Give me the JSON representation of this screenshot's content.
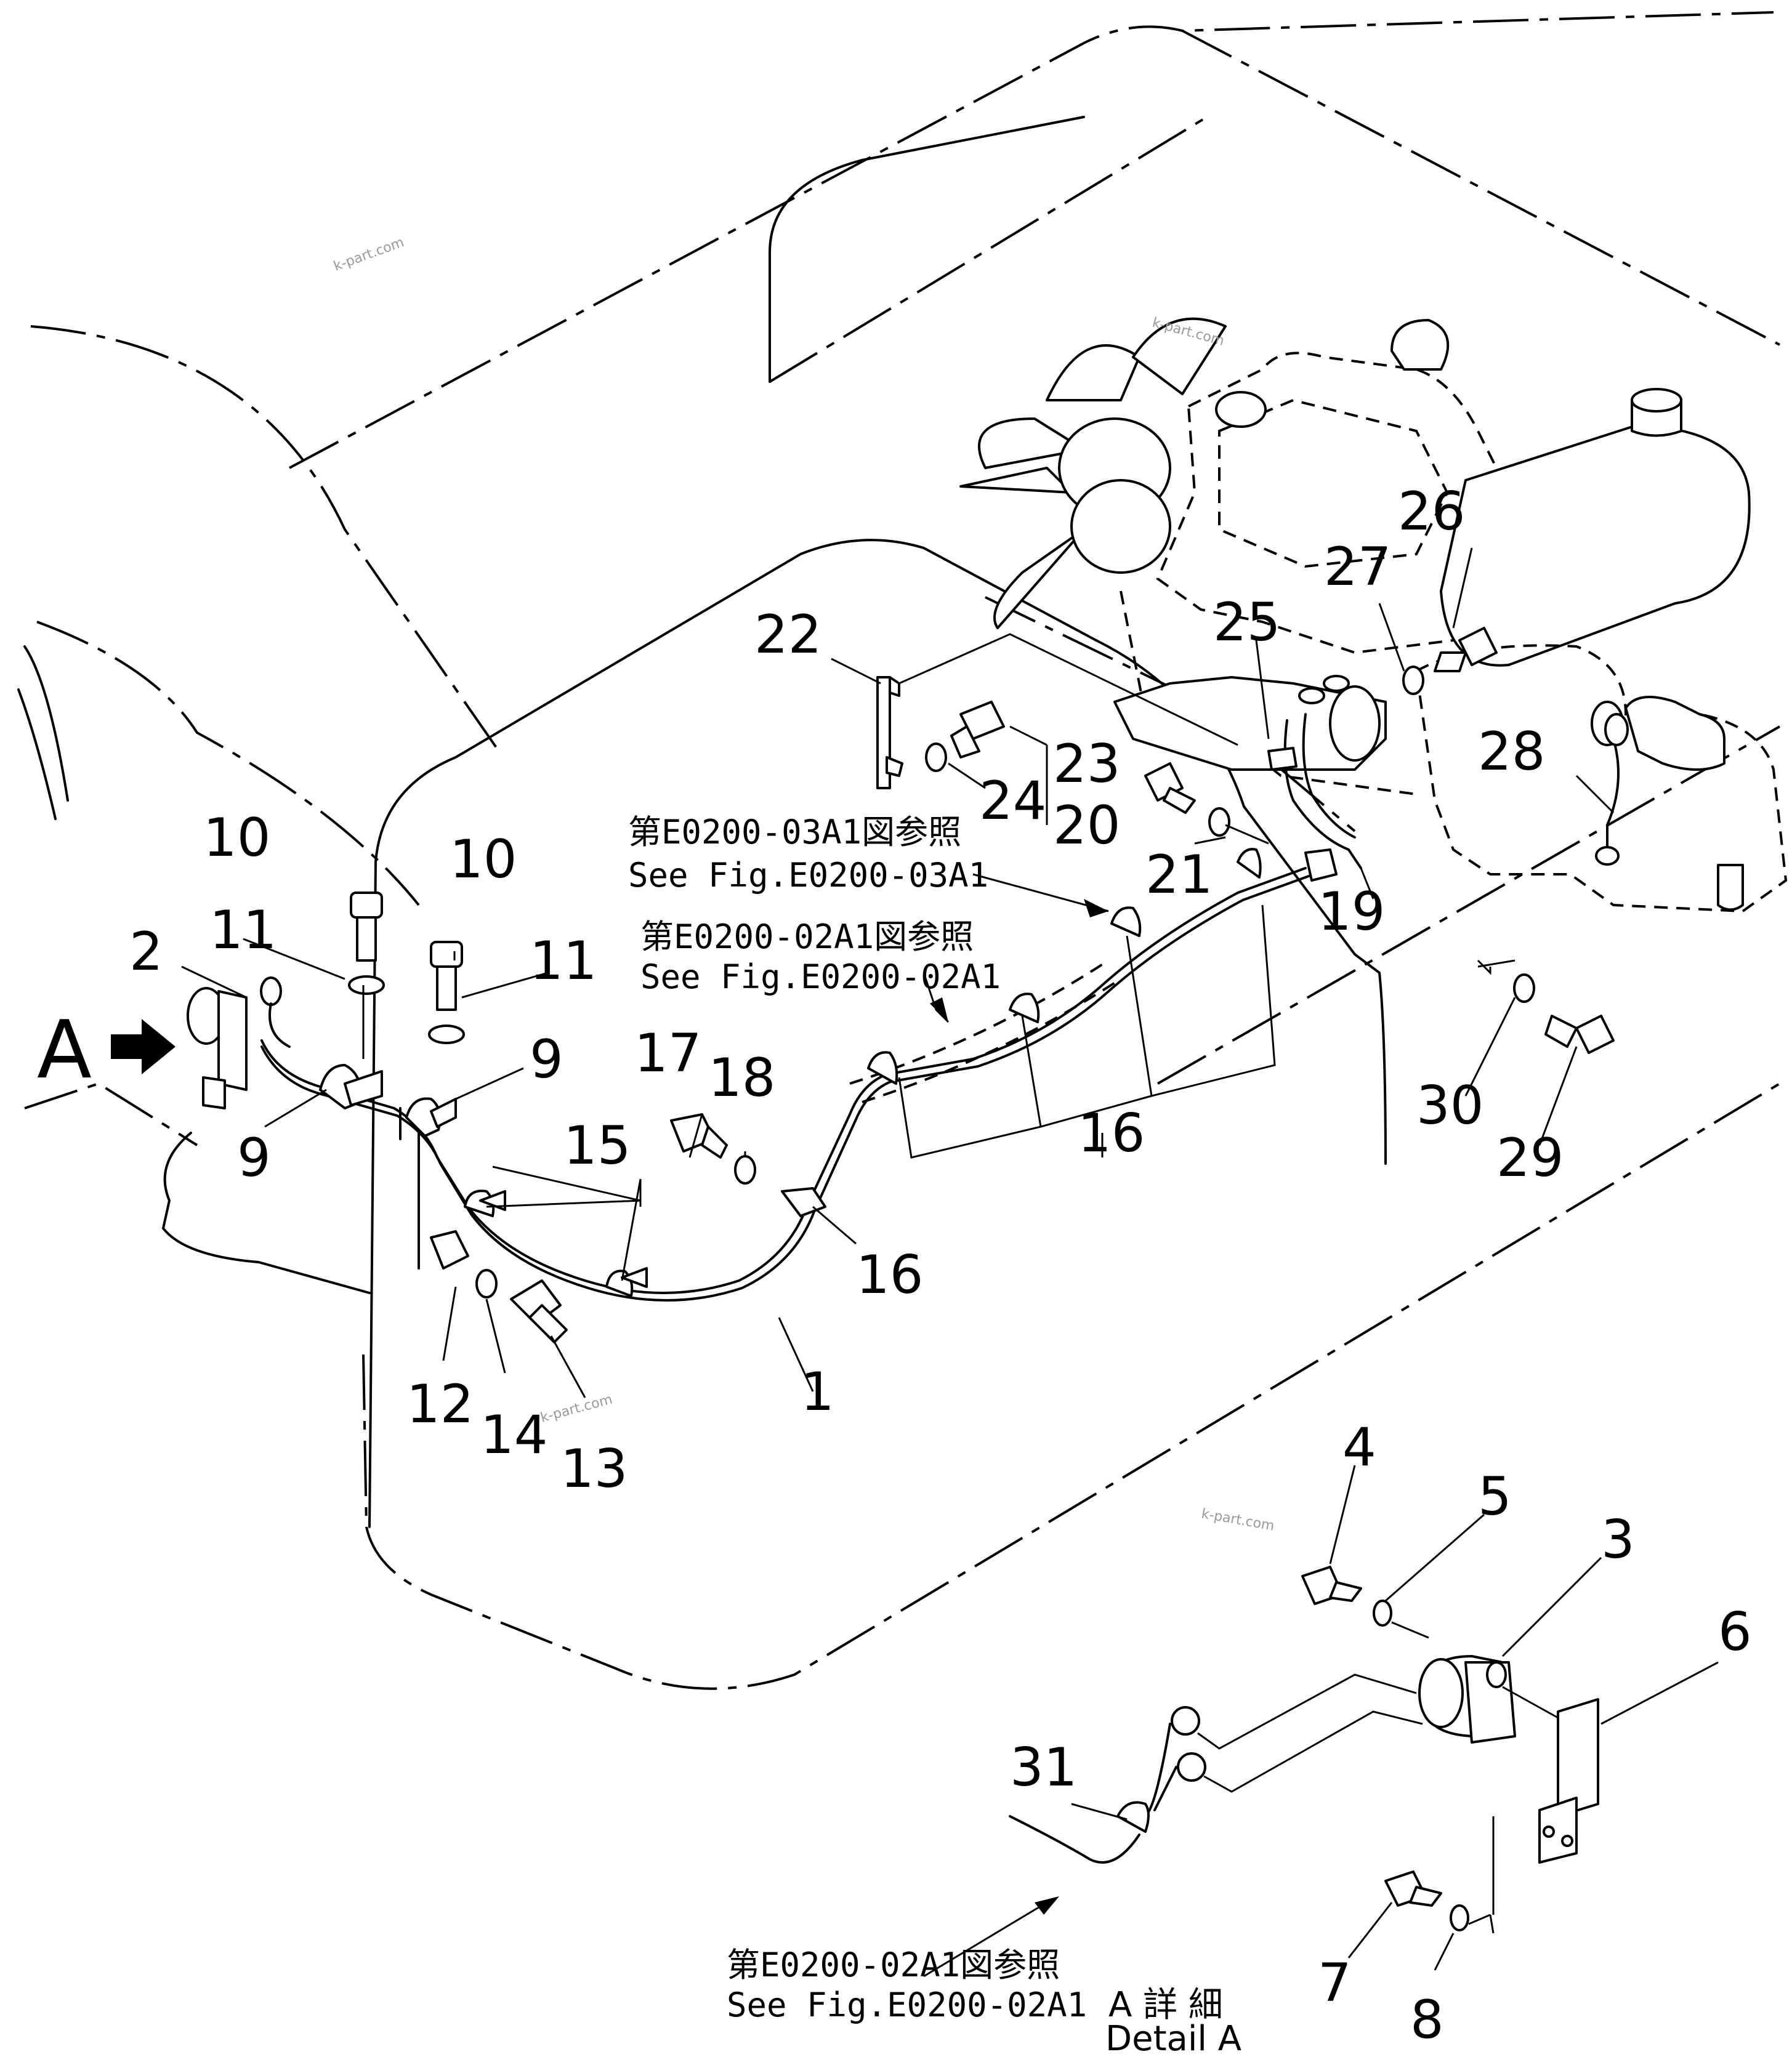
{
  "figure": {
    "view_label": "A",
    "detail_label_jp": "A 詳 細",
    "detail_label_en": "Detail A"
  },
  "references": [
    {
      "jp": "第E0200-03A1図参照",
      "en": "See Fig.E0200-03A1"
    },
    {
      "jp": "第E0200-02A1図参照",
      "en": "See Fig.E0200-02A1"
    },
    {
      "jp": "第E0200-02A1図参照",
      "en": "See Fig.E0200-02A1"
    }
  ],
  "callouts": {
    "c1": "1",
    "c2": "2",
    "c3": "3",
    "c4": "4",
    "c5": "5",
    "c6": "6",
    "c7": "7",
    "c8": "8",
    "c9a": "9",
    "c9b": "9",
    "c10a": "10",
    "c10b": "10",
    "c11a": "11",
    "c11b": "11",
    "c12": "12",
    "c13": "13",
    "c14": "14",
    "c15": "15",
    "c16a": "16",
    "c16b": "16",
    "c17": "17",
    "c18": "18",
    "c19": "19",
    "c20": "20",
    "c21": "21",
    "c22": "22",
    "c23": "23",
    "c24": "24",
    "c25": "25",
    "c26": "26",
    "c27": "27",
    "c28": "28",
    "c29": "29",
    "c30": "30",
    "c31": "31"
  },
  "watermarks": [
    "k-part.com",
    "k-part.com",
    "k-part.com",
    "k-part.com"
  ]
}
